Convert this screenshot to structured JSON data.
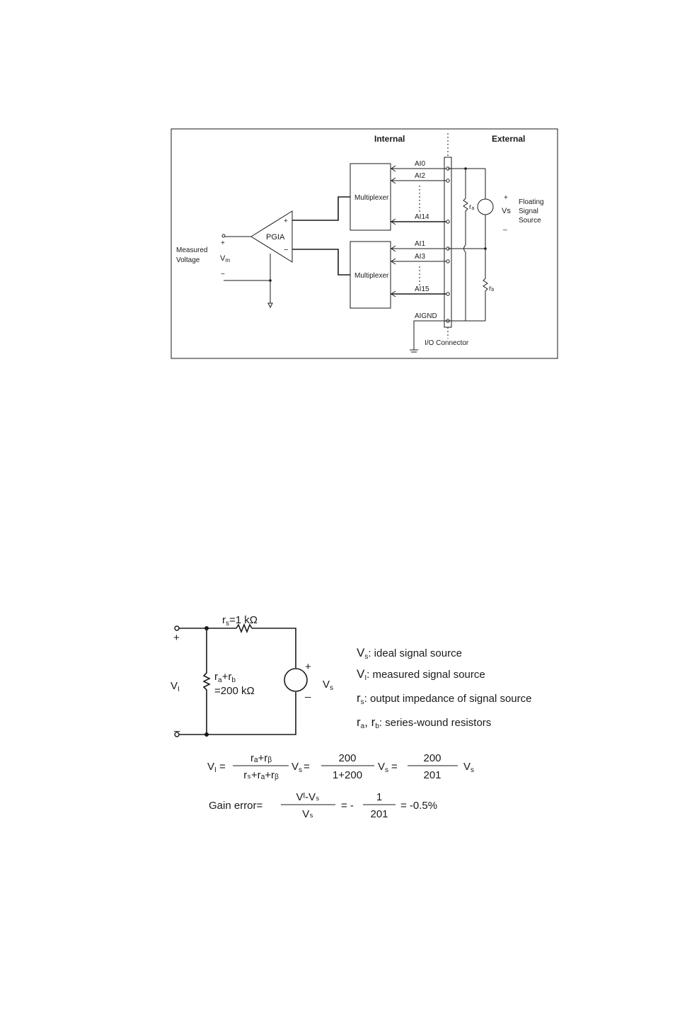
{
  "diagram1": {
    "internal_label": "Internal",
    "external_label": "External",
    "mux_top_label": "Multiplexer",
    "mux_bottom_label": "Multiplexer",
    "pgia_label": "PGIA",
    "pgia_plus": "+",
    "pgia_minus": "−",
    "measured_voltage_line1": "Measured",
    "measured_voltage_line2": "Voltage",
    "vm_label": "V",
    "vm_sub": "m",
    "meas_plus": "+",
    "meas_minus": "−",
    "channels": {
      "ai0": "AI0",
      "ai2": "AI2",
      "ai14": "AI14",
      "ai1": "AI1",
      "ai3": "AI3",
      "ai15": "AI15",
      "aignd": "AIGND"
    },
    "io_connector": "I/O Connector",
    "ra_label": "r",
    "ra_sub": "a",
    "rb_label": "r",
    "rb_sub": "b",
    "vs_label": "Vs",
    "vs_plus": "+",
    "vs_minus": "_",
    "floating_line1": "Floating",
    "floating_line2": "Signal",
    "floating_line3": "Source"
  },
  "diagram2": {
    "rs_label": "r",
    "rs_sub": "s",
    "rs_value": "=1 kΩ",
    "plus_left": "+",
    "minus_left": "_",
    "vi_label": "V",
    "vi_sub": "I",
    "rarb_label_a": "r",
    "rarb_sub_a": "a",
    "rarb_plus": "+r",
    "rarb_sub_b": "b",
    "rarb_value": "=200 kΩ",
    "src_plus": "+",
    "src_minus": "_",
    "vs_label": "V",
    "vs_sub": "s",
    "legend": [
      {
        "sym": "V",
        "sub": "s",
        "text": ": ideal signal source"
      },
      {
        "sym": "V",
        "sub": "I",
        "text": ": measured signal source"
      },
      {
        "sym": "r",
        "sub": "s",
        "text": ": output impedance of signal source"
      },
      {
        "sym": "r",
        "sub": "a",
        "sym2": ",  r",
        "sub2": "b",
        "text": ": series-wound resistors"
      }
    ]
  },
  "equations": {
    "eq1": {
      "lhs": "V",
      "lhs_sub": "I",
      "lhs_eq": " =",
      "frac1_num": "rₐ+rᵦ",
      "frac1_den": "rₛ+rₐ+rᵦ",
      "vs1": "V",
      "vs1_sub": "s",
      "eq_a": "=",
      "frac2_num": "200",
      "frac2_den": "1+200",
      "vs2": "V",
      "vs2_sub": "s",
      "eq_b": "=",
      "frac3_num": "200",
      "frac3_den": "201",
      "vs3": "V",
      "vs3_sub": "s"
    },
    "eq2": {
      "label": "Gain error=",
      "frac_num": "Vᴵ-Vₛ",
      "frac_den": "Vₛ",
      "eq_neg": "= -",
      "frac2_num": "1",
      "frac2_den": "201",
      "result": "= -0.5%"
    }
  }
}
